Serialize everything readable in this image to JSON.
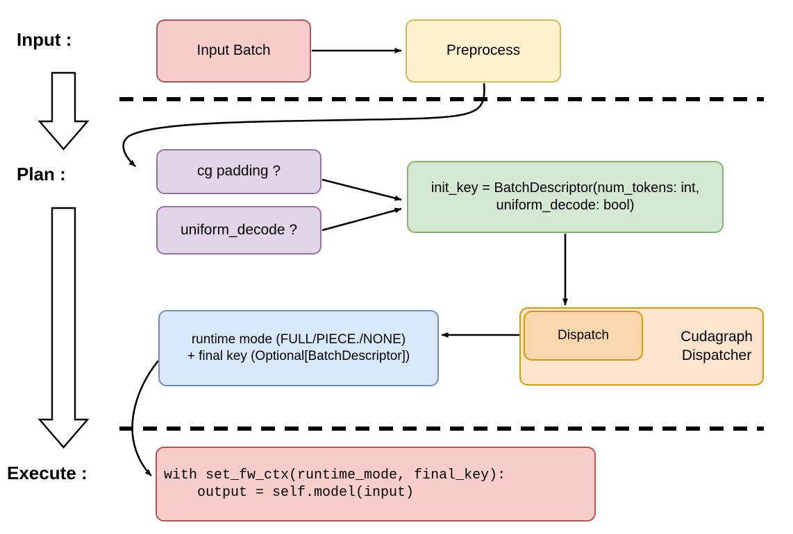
{
  "diagram": {
    "title_present": false,
    "stage_labels": [
      {
        "name": "input",
        "text": "Input :"
      },
      {
        "name": "plan",
        "text": "Plan :"
      },
      {
        "name": "execute",
        "text": "Execute :"
      }
    ],
    "nodes": {
      "input_batch": {
        "label": "Input Batch"
      },
      "preprocess": {
        "label": "Preprocess"
      },
      "cg_padding": {
        "label": "cg padding ?"
      },
      "uniform_decode": {
        "label": "uniform_decode ?"
      },
      "init_key": {
        "line1": "init_key = BatchDescriptor(num_tokens: int,",
        "line2": "uniform_decode: bool)"
      },
      "dispatch": {
        "label": "Dispatch"
      },
      "cudagraph_dispatcher": {
        "line1": "Cudagraph",
        "line2": "Dispatcher"
      },
      "runtime_mode": {
        "line1": "runtime mode (FULL/PIECE./NONE)",
        "line2": "+ final key (Optional[BatchDescriptor])"
      },
      "execute_code": {
        "line1": "with set_fw_ctx(runtime_mode, final_key):",
        "line2": "    output = self.model(input)"
      }
    },
    "colors": {
      "pink_fill": "#f8cecc",
      "pink_stroke": "#b85450",
      "yellow_fill": "#fff2cc",
      "yellow_stroke": "#d6b656",
      "purple_fill": "#e1d5e7",
      "purple_stroke": "#9673a6",
      "green_fill": "#d5e8d4",
      "green_stroke": "#82b366",
      "blue_fill": "#dae8fc",
      "blue_stroke": "#6c8ebf",
      "orange_outer_fill": "#fce4cd",
      "orange_inner_fill": "#fad7ac",
      "orange_stroke": "#d79b00",
      "line": "#000000",
      "background": "#ffffff"
    },
    "separators": [
      {
        "name": "input-plan-divider",
        "style": "dashed"
      },
      {
        "name": "plan-execute-divider",
        "style": "dashed"
      }
    ],
    "flow_arrows": [
      {
        "name": "input-batch-to-preprocess",
        "from": "Input Batch",
        "to": "Preprocess"
      },
      {
        "name": "preprocess-to-cg-padding",
        "from": "Preprocess",
        "to": "cg padding ?"
      },
      {
        "name": "cg-padding-to-init-key",
        "from": "cg padding ?",
        "to": "init_key"
      },
      {
        "name": "uniform-decode-to-init-key",
        "from": "uniform_decode ?",
        "to": "init_key"
      },
      {
        "name": "init-key-to-dispatch",
        "from": "init_key",
        "to": "Dispatch"
      },
      {
        "name": "dispatch-to-runtime-mode",
        "from": "Dispatch",
        "to": "runtime mode"
      },
      {
        "name": "runtime-mode-to-execute-code",
        "from": "runtime mode",
        "to": "execute code"
      }
    ],
    "stage_progress_arrows": [
      {
        "name": "input-to-plan-block-arrow"
      },
      {
        "name": "plan-to-execute-block-arrow"
      }
    ]
  }
}
